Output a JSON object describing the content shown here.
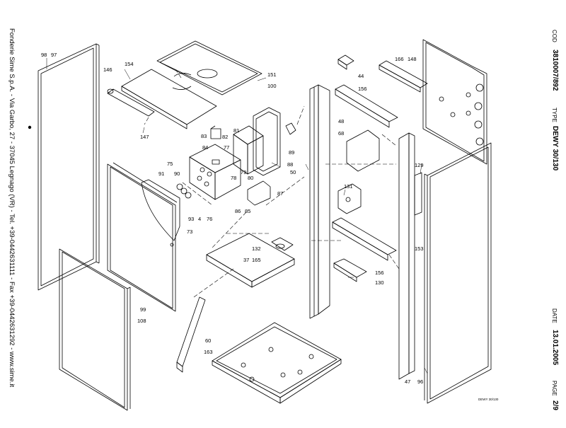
{
  "footer_text": "Fonderie Sime S.p.A. - Via Garbo, 27 - 37045 Legnago (VR) - Tel. +39-0442631111 - Fax +39-0442631292 - www.sime.it",
  "header": {
    "cod_label": "COD",
    "cod_value": "3810007/892",
    "type_label": "TYPE",
    "type_value": "DEWY 30/130",
    "date_label": "DATE",
    "date_value": "13.01.2005",
    "page_label": "PAGE",
    "page_value": "2/9"
  },
  "drawing_code": "DEWY 30/130",
  "part_numbers": {
    "p98": "98",
    "p97": "97",
    "p146": "146",
    "p154": "154",
    "p151": "151",
    "p100": "100",
    "p147": "147",
    "p83": "83",
    "p81": "81",
    "p82": "82",
    "p84": "84",
    "p77": "77",
    "p75": "75",
    "p89": "89",
    "p88": "88",
    "p78": "78",
    "p79": "79",
    "p80": "80",
    "p91": "91",
    "p90": "90",
    "p87": "87",
    "p86": "86",
    "p85": "85",
    "p93": "93",
    "p4": "4",
    "p76": "76",
    "p73": "73",
    "p132": "132",
    "p37": "37",
    "p165": "165",
    "p99": "99",
    "p108": "108",
    "p60": "60",
    "p163": "163",
    "p44": "44",
    "p156a": "156",
    "p48": "48",
    "p68": "68",
    "p50": "50",
    "p131": "131",
    "p156b": "156",
    "p130": "130",
    "p47": "47",
    "p166": "166",
    "p148": "148",
    "p129": "129",
    "p153": "153",
    "p96": "96"
  }
}
